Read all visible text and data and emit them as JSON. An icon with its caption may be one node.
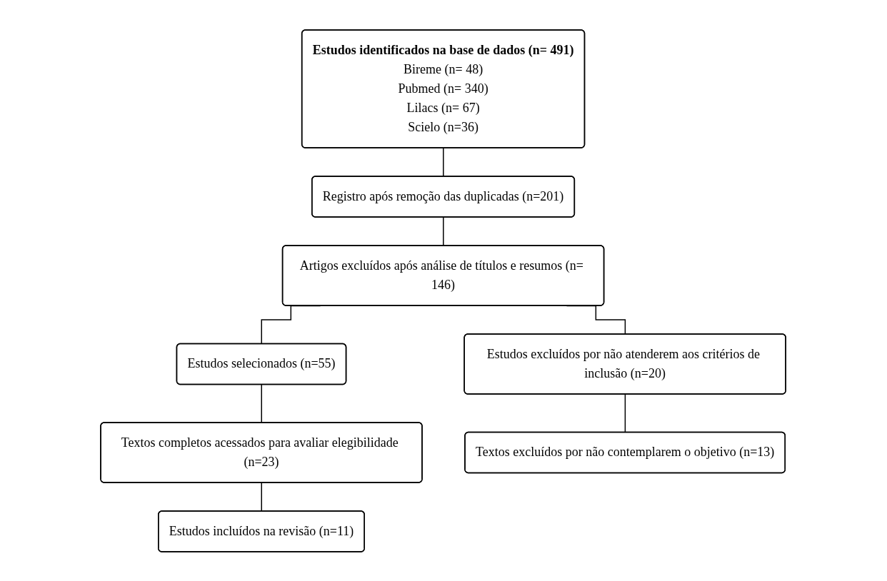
{
  "diagram": {
    "nodes": [
      {
        "text": [
          "Estudos identificados na base de dados (n= 491)",
          "Bireme (n= 48)",
          "Pubmed (n= 340)",
          "Lilacs (n= 67)",
          "Scielo (n=36)"
        ]
      },
      {
        "text": [
          "Registro após remoção das duplicadas (n=201)"
        ]
      },
      {
        "text": [
          "Artigos excluídos após análise de títulos e resumos (n= 146)"
        ]
      },
      {
        "text": [
          "Estudos selecionados (n=55)"
        ]
      },
      {
        "text": [
          "Estudos excluídos por não atenderem aos critérios de inclusão (n=20)"
        ]
      },
      {
        "text": [
          "Textos completos acessados para avaliar elegibilidade (n=23)"
        ]
      },
      {
        "text": [
          "Textos excluídos por não contemplarem o objetivo (n=13)"
        ]
      },
      {
        "text": [
          "Estudos incluídos na revisão (n=11)"
        ]
      }
    ],
    "edges": [
      {
        "from": 0,
        "to": 1,
        "arrow": "none"
      },
      {
        "from": 1,
        "to": 2,
        "arrow": "none"
      },
      {
        "from": 2,
        "to": 3,
        "arrow": "none"
      },
      {
        "from": 2,
        "to": 4,
        "arrow": "none"
      },
      {
        "from": 3,
        "to": 5,
        "arrow": "none"
      },
      {
        "from": 5,
        "to": 7,
        "arrow": "none"
      },
      {
        "from": 4,
        "to": 6,
        "arrow": "none"
      }
    ]
  }
}
